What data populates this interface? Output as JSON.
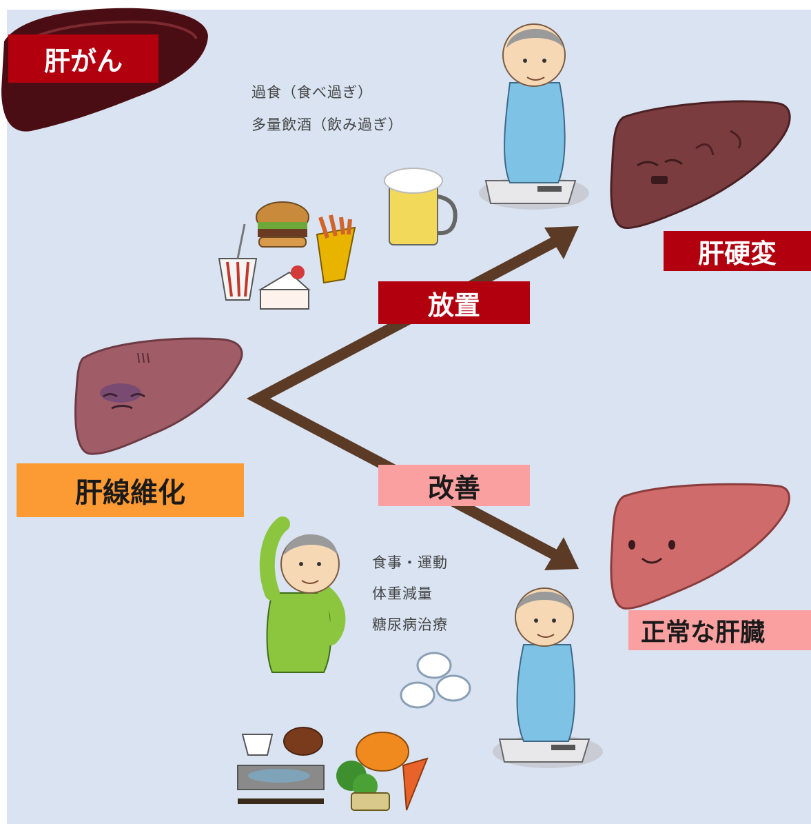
{
  "labels": {
    "liver_cancer": "肝がん",
    "fibrosis": "肝線維化",
    "cirrhosis": "肝硬変",
    "normal_liver": "正常な肝臓",
    "neglect": "放置",
    "improve": "改善"
  },
  "notes": {
    "top": [
      "過食（食べ過ぎ）",
      "多量飲酒（飲み過ぎ）"
    ],
    "bottom": [
      "食事・運動",
      "体重減量",
      "糖尿病治療"
    ]
  },
  "colors": {
    "background": "#d9e3f1",
    "arrow": "#5b3a26",
    "red_label": "#b3000f",
    "orange_label": "#fc9a34",
    "pink_label": "#fba0a0",
    "liver_cancer": "#4a0d13",
    "liver_cirrhosis": "#7a3c3e",
    "liver_fibrosis": "#a05d67",
    "liver_normal": "#cf6b6b"
  }
}
